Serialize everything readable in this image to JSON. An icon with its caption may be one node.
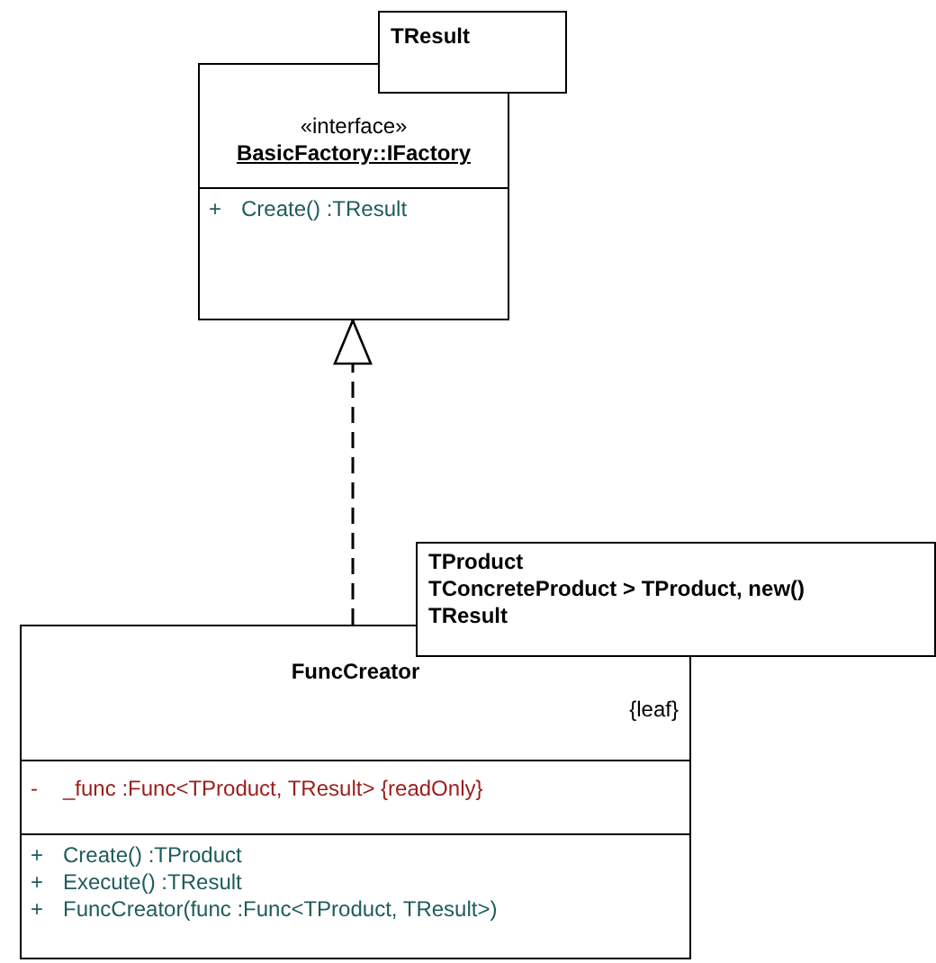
{
  "diagram": {
    "nodes": [
      {
        "text": [
          "«interface»",
          "BasicFactory::IFactory",
          "+",
          "Create()  :TResult"
        ]
      },
      {
        "text": [
          "TResult"
        ]
      },
      {
        "text": [
          "FuncCreator",
          "{leaf}",
          "-",
          "_func  :Func<TProduct, TResult> {readOnly}",
          "+",
          "Create()  :TProduct",
          "+",
          "Execute()  :TResult",
          "+",
          "FuncCreator(func :Func<TProduct, TResult>)"
        ]
      },
      {
        "text": [
          "TProduct",
          "TConcreteProduct > TProduct, new()",
          "TResult"
        ]
      }
    ],
    "edges": [
      {
        "from": 2,
        "to": 0,
        "arrow": "to",
        "style": "dashed"
      }
    ]
  }
}
